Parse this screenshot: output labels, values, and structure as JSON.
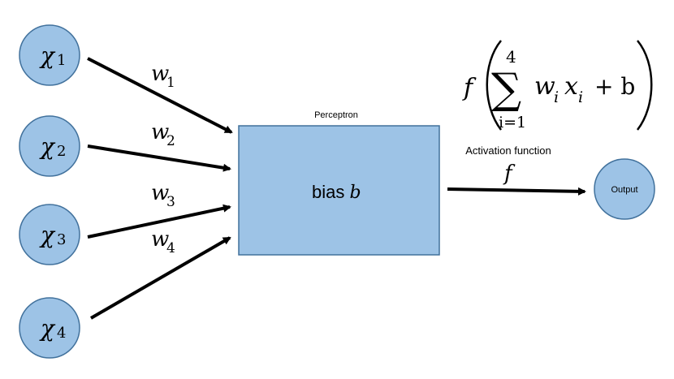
{
  "inputs": [
    {
      "symbol": "χ",
      "index": "1",
      "weight": "w",
      "weight_index": "1"
    },
    {
      "symbol": "χ",
      "index": "2",
      "weight": "w",
      "weight_index": "2"
    },
    {
      "symbol": "χ",
      "index": "3",
      "weight": "w",
      "weight_index": "3"
    },
    {
      "symbol": "χ",
      "index": "4",
      "weight": "w",
      "weight_index": "4"
    }
  ],
  "perceptron": {
    "label": "Perceptron",
    "bias_text": "bias ",
    "bias_symbol": "b"
  },
  "activation": {
    "label": "Activation function",
    "symbol": "f"
  },
  "output": {
    "label": "Output"
  },
  "formula": {
    "func": "f",
    "sum_sign": "∑",
    "upper": "4",
    "lower": "i=1",
    "w": "w",
    "w_sub": "i",
    "x": "x",
    "x_sub": "i",
    "plus_b": "+ b"
  },
  "colors": {
    "node_fill": "#9dc3e6",
    "node_stroke": "#41719c",
    "arrow": "#000000"
  }
}
